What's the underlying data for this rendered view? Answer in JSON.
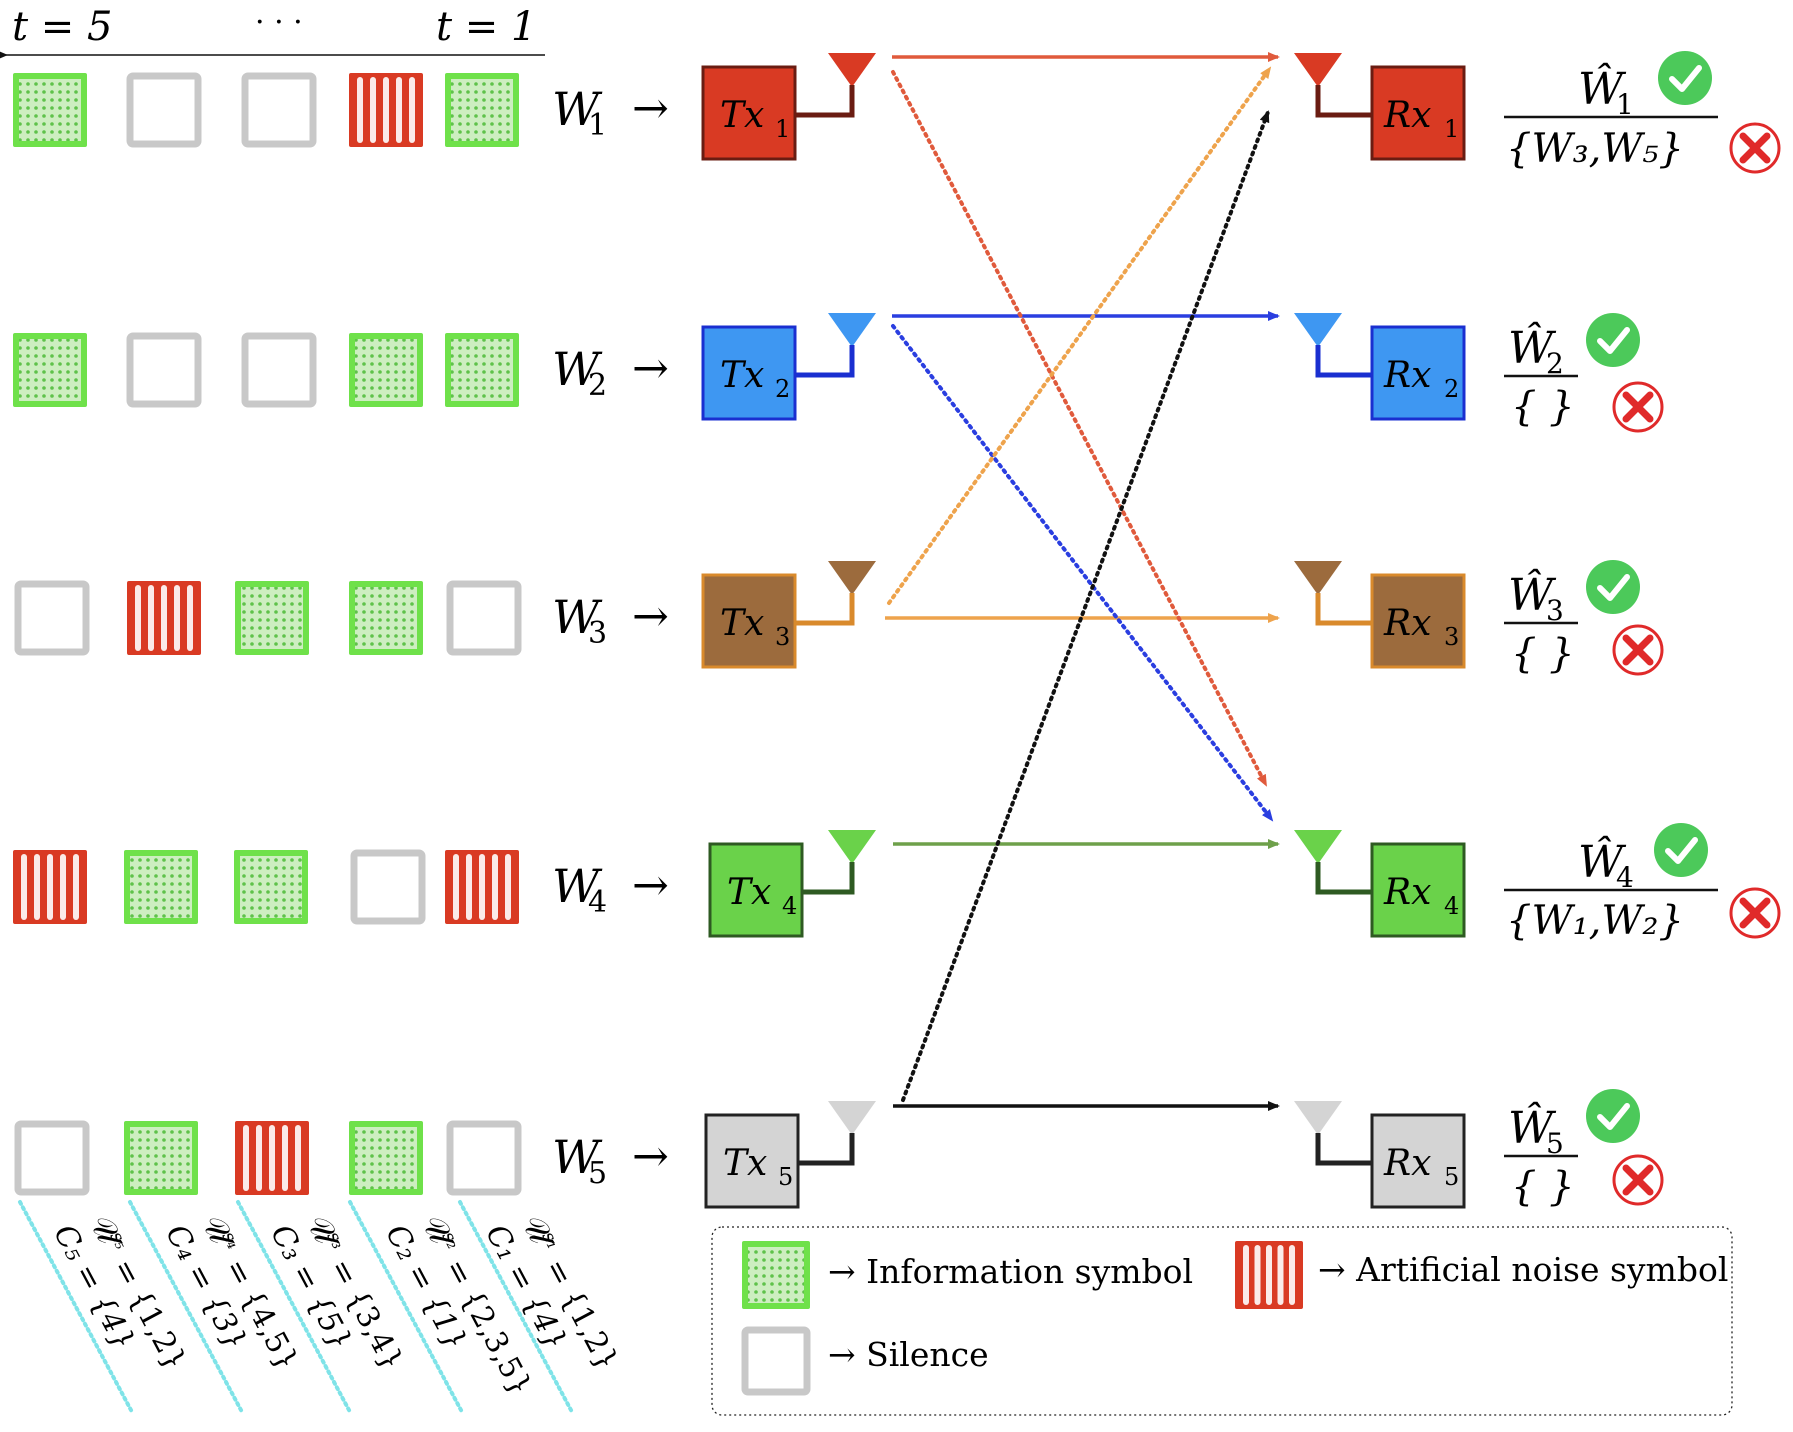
{
  "time_axis": {
    "left_label": "t = 5",
    "dots": "· · ·",
    "right_label": "t = 1"
  },
  "colors": {
    "info_fill": "#cdeec0",
    "info_border": "#6fe14a",
    "info_dot": "#5fc24a",
    "noise_fill": "#d93a23",
    "silence_border": "#c8c8c8",
    "tx1": "#d93a23",
    "tx2": "#3e97f2",
    "tx3": "#9c6b3d",
    "tx4": "#6ad24a",
    "tx5": "#d4d4d4",
    "link1": "#e05a3c",
    "link2": "#2a3ee0",
    "link3": "#eea34c",
    "link4": "#6ea04a",
    "link5": "#111111",
    "check": "#4cc95a",
    "cross": "#e02a2a",
    "dashed": "#7fe3e8"
  },
  "rows": [
    {
      "message": "W",
      "sub": "1",
      "tx_label": "Tx",
      "rx_label": "Rx",
      "index": "1",
      "symbols": [
        "info",
        "silence",
        "silence",
        "noise",
        "info"
      ],
      "decoded_main": "Ŵ",
      "decoded_sub": "1",
      "eavesdropped": "{W₃,W₅}",
      "check_icon": "check-icon",
      "cross_icon": "cross-icon"
    },
    {
      "message": "W",
      "sub": "2",
      "tx_label": "Tx",
      "rx_label": "Rx",
      "index": "2",
      "symbols": [
        "info",
        "silence",
        "silence",
        "info",
        "info"
      ],
      "decoded_main": "Ŵ",
      "decoded_sub": "2",
      "eavesdropped": "{ }",
      "check_icon": "check-icon",
      "cross_icon": "cross-icon"
    },
    {
      "message": "W",
      "sub": "3",
      "tx_label": "Tx",
      "rx_label": "Rx",
      "index": "3",
      "symbols": [
        "silence",
        "noise",
        "info",
        "info",
        "silence"
      ],
      "decoded_main": "Ŵ",
      "decoded_sub": "3",
      "eavesdropped": "{ }",
      "check_icon": "check-icon",
      "cross_icon": "cross-icon"
    },
    {
      "message": "W",
      "sub": "4",
      "tx_label": "Tx",
      "rx_label": "Rx",
      "index": "4",
      "symbols": [
        "noise",
        "info",
        "info",
        "silence",
        "noise"
      ],
      "decoded_main": "Ŵ",
      "decoded_sub": "4",
      "eavesdropped": "{W₁,W₂}",
      "check_icon": "check-icon",
      "cross_icon": "cross-icon"
    },
    {
      "message": "W",
      "sub": "5",
      "tx_label": "Tx",
      "rx_label": "Rx",
      "index": "5",
      "symbols": [
        "silence",
        "info",
        "noise",
        "info",
        "silence"
      ],
      "decoded_main": "Ŵ",
      "decoded_sub": "5",
      "eavesdropped": "{ }",
      "check_icon": "check-icon",
      "cross_icon": "cross-icon"
    }
  ],
  "schedule": [
    {
      "u": "𝒰",
      "s": "s₅",
      "u_set": "= {1,2}",
      "c": "C₅ = {4}"
    },
    {
      "u": "𝒰",
      "s": "s₄",
      "u_set": "= {4,5}",
      "c": "C₄ = {3}"
    },
    {
      "u": "𝒰",
      "s": "s₃",
      "u_set": "= {3,4}",
      "c": "C₃ = {5}"
    },
    {
      "u": "𝒰",
      "s": "s₂",
      "u_set": "= {2,3,5}",
      "c": "C₂ = {1}"
    },
    {
      "u": "𝒰",
      "s": "s₁",
      "u_set": "= {1,2}",
      "c": "C₁ = {4}"
    }
  ],
  "legend": {
    "info": "→ Information symbol",
    "noise": "→ Artificial noise symbol",
    "silence": "→ Silence"
  }
}
